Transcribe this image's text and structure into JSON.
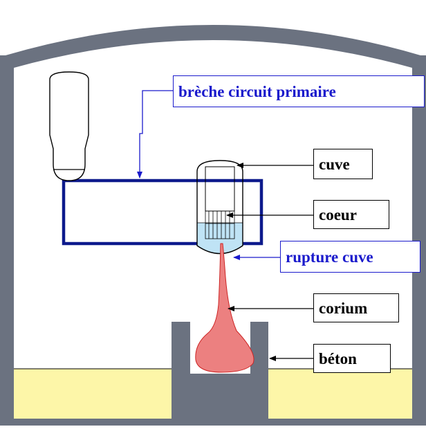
{
  "labels": {
    "breche": "brèche circuit primaire",
    "cuve": "cuve",
    "coeur": "coeur",
    "rupture": "rupture cuve",
    "corium": "corium",
    "beton": "béton"
  },
  "colors": {
    "building": "#6b7280",
    "ground": "#fdf6a8",
    "pipe": "#0d1a8c",
    "water": "#bfe3f5",
    "corium": "#ec8080",
    "corium_outline": "#cc2222",
    "accent_blue": "#1a1acc"
  }
}
